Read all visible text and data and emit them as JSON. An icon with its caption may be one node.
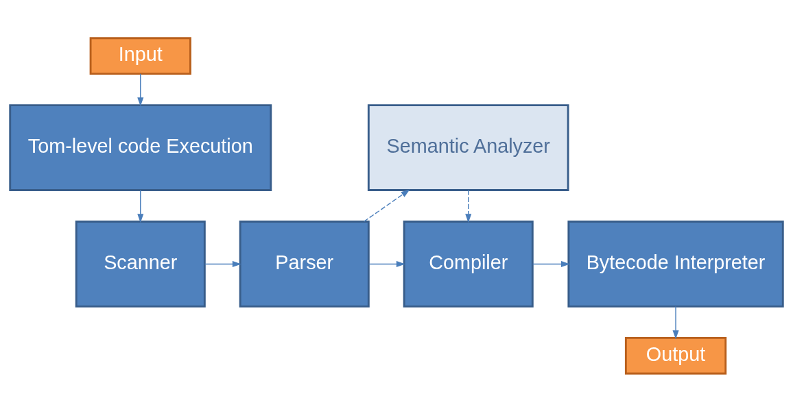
{
  "diagram": {
    "nodes": [
      {
        "text": [
          "Input"
        ]
      },
      {
        "text": [
          "Tom-level code Execution"
        ]
      },
      {
        "text": [
          "Scanner"
        ]
      },
      {
        "text": [
          "Parser"
        ]
      },
      {
        "text": [
          "Semantic Analyzer"
        ]
      },
      {
        "text": [
          "Compiler"
        ]
      },
      {
        "text": [
          "Bytecode Interpreter"
        ]
      },
      {
        "text": [
          "Output"
        ]
      }
    ],
    "edges": [
      {
        "from": 0,
        "to": 1,
        "arrow": "to"
      },
      {
        "from": 1,
        "to": 2,
        "arrow": "to"
      },
      {
        "from": 2,
        "to": 3,
        "arrow": "to"
      },
      {
        "from": 3,
        "to": 4,
        "arrow": "to",
        "style": "dashed"
      },
      {
        "from": 4,
        "to": 5,
        "arrow": "to",
        "style": "dashed"
      },
      {
        "from": 3,
        "to": 5,
        "arrow": "to"
      },
      {
        "from": 5,
        "to": 6,
        "arrow": "to"
      },
      {
        "from": 6,
        "to": 7,
        "arrow": "to"
      }
    ]
  }
}
